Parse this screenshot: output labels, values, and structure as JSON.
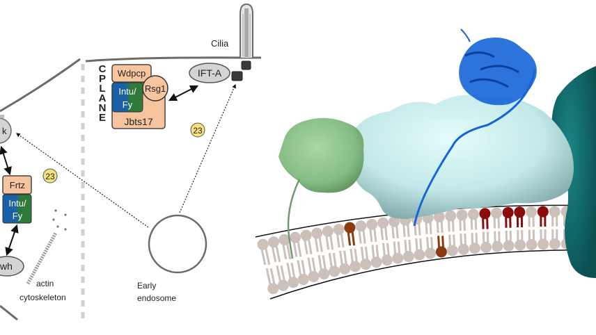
{
  "left_panel": {
    "labels": {
      "cilia": "Cilia",
      "ift_a": "IFT-A",
      "early_endosome_line1": "Early",
      "early_endosome_line2": "endosome",
      "actin_line1": "actin",
      "actin_line2": "cytoskeleton"
    },
    "cplane": {
      "vertical_label_letters": [
        "C",
        "P",
        "L",
        "A",
        "N",
        "E"
      ],
      "proteins": {
        "wdpcp": "Wdpcp",
        "intu_fy_line1": "Intu/",
        "intu_fy_line2": "Fy",
        "rsg1": "Rsg1",
        "jbts17": "Jbts17"
      }
    },
    "pcp_module": {
      "frtz": "Frtz",
      "intu_fy_line1": "Intu/",
      "intu_fy_line2": "Fy",
      "dsh_partial": "wh",
      "top_oval_partial": "k"
    },
    "badges": [
      "23",
      "23"
    ],
    "colors": {
      "protein_peach": "#f7c4a0",
      "intu_blue": "#1b5fa6",
      "intu_green": "#2d7a3a",
      "oval_gray": "#d4d4d4",
      "badge_yellow": "#f5e27a",
      "membrane_line": "#6b6b6b",
      "divider": "#cfcfcf"
    }
  },
  "right_panel": {
    "description": "Molecular model of membrane-associated protein complex",
    "colors": {
      "green_protein": "#8cc08a",
      "pale_cyan_protein": "#c6ecec",
      "blue_ribbon": "#1565d8",
      "teal_protein": "#0f6b6b",
      "lipid_head": "#cbc0ba",
      "lipid_red": "#8b0a0a",
      "lipid_brown": "#8b3a10",
      "membrane_border": "#111111"
    }
  }
}
